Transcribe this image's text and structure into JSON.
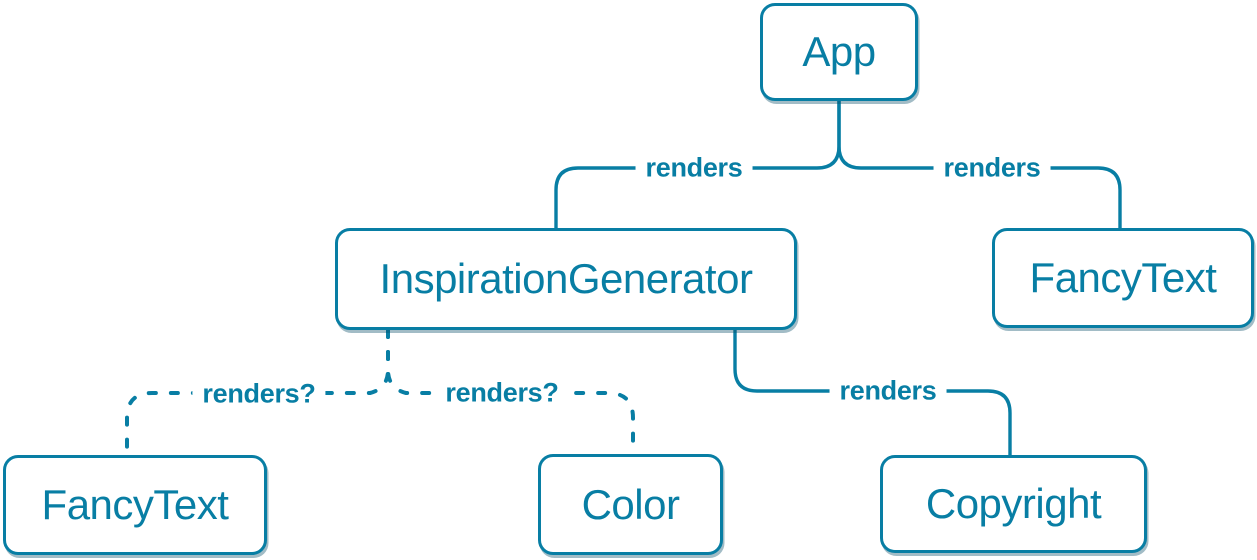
{
  "diagram": {
    "description": "React component render tree",
    "colors": {
      "accent": "#087ea4",
      "node_background": "#ffffff",
      "page_background": "#ffffff"
    },
    "nodes": [
      {
        "id": "app",
        "label": "App"
      },
      {
        "id": "inspiration-generator",
        "label": "InspirationGenerator"
      },
      {
        "id": "fancy-text-top",
        "label": "FancyText"
      },
      {
        "id": "fancy-text-bottom",
        "label": "FancyText"
      },
      {
        "id": "color",
        "label": "Color"
      },
      {
        "id": "copyright",
        "label": "Copyright"
      }
    ],
    "edges": [
      {
        "from": "App",
        "to": "InspirationGenerator",
        "label": "renders",
        "style": "solid"
      },
      {
        "from": "App",
        "to": "FancyText",
        "label": "renders",
        "style": "solid"
      },
      {
        "from": "InspirationGenerator",
        "to": "FancyText",
        "label": "renders?",
        "style": "dashed"
      },
      {
        "from": "InspirationGenerator",
        "to": "Color",
        "label": "renders?",
        "style": "dashed"
      },
      {
        "from": "InspirationGenerator",
        "to": "Copyright",
        "label": "renders",
        "style": "solid"
      }
    ]
  }
}
